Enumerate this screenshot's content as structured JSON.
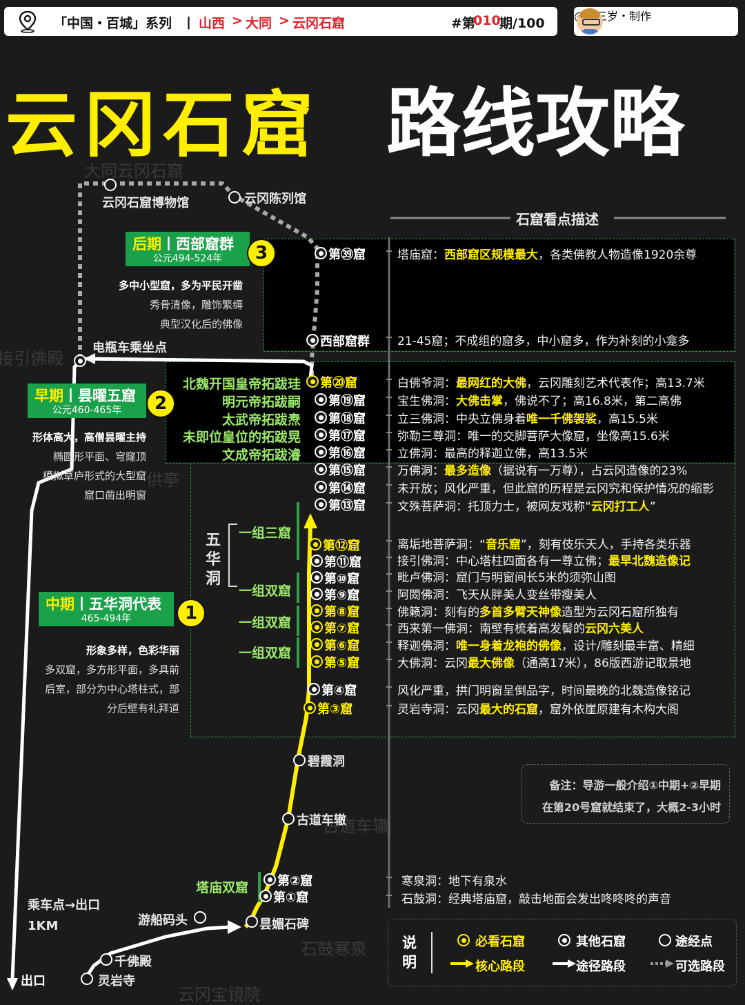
{
  "header": {
    "series": "「中国・百城」系列",
    "sep": "丨",
    "path_province": "山西",
    "path_city": "大同",
    "path_site": "云冈石窟",
    "arrow": ">",
    "issue_prefix": "#第",
    "issue_number": "010",
    "issue_suffix": "期/100",
    "author": "@冷三岁・制作"
  },
  "title": {
    "yellow": "云冈石窟",
    "white": "路线攻略"
  },
  "map_ghost_labels": [
    "大同云冈石窟",
    "接引佛殿",
    "供亭",
    "石鼓寒泉",
    "古道车辙",
    "云冈宝镜院"
  ],
  "stops": {
    "museum": "云冈石窟博物馆",
    "exhibit": "云冈陈列馆",
    "ebike": "电瓶车乘坐点",
    "bixia": "碧霞洞",
    "gudao": "古道车辙",
    "tanyao_stele": "昙媚石碑",
    "dock": "游船码头",
    "qianfo": "千佛殿",
    "lingyan": "灵岩寺",
    "exit": "出口",
    "ride_note": "乘车点→出口",
    "ride_dist": "1KM"
  },
  "section_title": "石窟看点描述",
  "periods": [
    {
      "label": "后期",
      "sep": "丨",
      "name": "西部窟群",
      "years": "公元494-524年",
      "num": "3",
      "notes": [
        "多中小型窟，多为平民开凿",
        "秀骨清像，雕饰繁缛",
        "典型汉化后的佛像"
      ]
    },
    {
      "label": "早期",
      "sep": "丨",
      "name": "昙曜五窟",
      "years": "公元460-465年",
      "num": "2",
      "notes": [
        "形体高大，高僧昙曜主持",
        "椭圆形平面、穹窿顶",
        "模拟草庐形式的大型窟",
        "窟口凿出明窗"
      ]
    },
    {
      "label": "中期",
      "sep": "丨",
      "name": "五华洞代表",
      "years": "465-494年",
      "num": "1",
      "notes": [
        "形象多样，色彩华丽",
        "多双窟，多方形平面，多具前",
        "后室，部分为中心塔柱式，部",
        "分后壁有礼拜道"
      ]
    }
  ],
  "emperors": [
    "北魏开国皇帝拓跋珪",
    "明元帝拓跋嗣",
    "太武帝拓跋焘",
    "未即位皇位的拓跋晃",
    "文成帝拓跋濬"
  ],
  "groups": {
    "wuhua": "五华洞",
    "g1": "一组三窟",
    "g2": "一组双窟",
    "g3": "一组双窟",
    "g4": "一组双窟",
    "tamiao": "塔庙双窟"
  },
  "caves": [
    {
      "name": "第㊴窟",
      "must": false,
      "desc": [
        [
          "塔庙窟：",
          0
        ],
        [
          "西部窟区规模最大",
          1
        ],
        [
          "，各类佛教人物造像1920余尊",
          0
        ]
      ]
    },
    {
      "name": "西部窟群",
      "must": false,
      "desc": [
        [
          "21-45窟；不成组的窟多，中小窟多，作为补刻的小龛多",
          0
        ]
      ]
    },
    {
      "name": "第⑳窟",
      "must": true,
      "desc": [
        [
          "白佛爷洞：",
          0
        ],
        [
          "最网红的大佛",
          1
        ],
        [
          "，云冈雕刻艺术代表作；高13.7米",
          0
        ]
      ]
    },
    {
      "name": "第⑲窟",
      "must": false,
      "desc": [
        [
          "宝生佛洞：",
          0
        ],
        [
          "大佛击掌",
          1
        ],
        [
          "，佛说不了；高16.8米，第二高佛",
          0
        ]
      ]
    },
    {
      "name": "第⑱窟",
      "must": false,
      "desc": [
        [
          "立三佛洞：中央立佛身着",
          0
        ],
        [
          "唯一千佛袈裟",
          1
        ],
        [
          "，高15.5米",
          0
        ]
      ]
    },
    {
      "name": "第⑰窟",
      "must": false,
      "desc": [
        [
          "弥勒三尊洞：唯一的交脚菩萨大像窟，坐像高15.6米",
          0
        ]
      ]
    },
    {
      "name": "第⑯窟",
      "must": false,
      "desc": [
        [
          "立佛洞：最高的释迦立佛，高13.5米",
          0
        ]
      ]
    },
    {
      "name": "第⑮窟",
      "must": false,
      "desc": [
        [
          "万佛洞：",
          0
        ],
        [
          "最多造像",
          1
        ],
        [
          "（据说有一万尊），占云冈造像的23%",
          0
        ]
      ]
    },
    {
      "name": "第⑭窟",
      "must": false,
      "desc": [
        [
          "未开放；风化严重，但此窟的历程是云冈究和保护情况的缩影",
          0
        ]
      ]
    },
    {
      "name": "第⑬窟",
      "must": false,
      "desc": [
        [
          "文殊菩萨洞：托顶力士，被网友戏称“",
          0
        ],
        [
          "云冈打工人",
          1
        ],
        [
          "”",
          0
        ]
      ]
    },
    {
      "name": "第⑫窟",
      "must": true,
      "desc": [
        [
          "离垢地菩萨洞：“",
          0
        ],
        [
          "音乐窟",
          1
        ],
        [
          "”，刻有伎乐天人，手持各类乐器",
          0
        ]
      ]
    },
    {
      "name": "第⑪窟",
      "must": false,
      "desc": [
        [
          "接引佛洞：中心塔柱四面各有一尊立佛；",
          0
        ],
        [
          "最早北魏造像记",
          1
        ]
      ]
    },
    {
      "name": "第⑩窟",
      "must": false,
      "desc": [
        [
          "毗卢佛洞：窟门与明窗间长5米的须弥山图",
          0
        ]
      ]
    },
    {
      "name": "第⑨窟",
      "must": false,
      "desc": [
        [
          "阿閦佛洞：飞天从胖美人变丝带瘦美人",
          0
        ]
      ]
    },
    {
      "name": "第⑧窟",
      "must": true,
      "desc": [
        [
          "佛籁洞：刻有的",
          0
        ],
        [
          "多首多臂天神像",
          1
        ],
        [
          "造型为云冈石窟所独有",
          0
        ]
      ]
    },
    {
      "name": "第⑦窟",
      "must": true,
      "desc": [
        [
          "西来第一佛洞：南壁有梳着高发髻的",
          0
        ],
        [
          "云冈六美人",
          1
        ]
      ]
    },
    {
      "name": "第⑥窟",
      "must": true,
      "desc": [
        [
          "释迦佛洞：",
          0
        ],
        [
          "唯一身着龙袍的佛像",
          1
        ],
        [
          "，设计/雕刻最丰富、精细",
          0
        ]
      ]
    },
    {
      "name": "第⑤窟",
      "must": true,
      "desc": [
        [
          "大佛洞：云冈",
          0
        ],
        [
          "最大佛像",
          1
        ],
        [
          "（通高17米），86版西游记取景地",
          0
        ]
      ]
    },
    {
      "name": "第④窟",
      "must": false,
      "desc": [
        [
          "风化严重，拱门明窗呈倒品字，时间最晚的北魏造像铭记",
          0
        ]
      ]
    },
    {
      "name": "第③窟",
      "must": true,
      "desc": [
        [
          "灵岩寺洞：云冈",
          0
        ],
        [
          "最大的石窟",
          1
        ],
        [
          "，窟外依崖原建有木构大阁",
          0
        ]
      ]
    },
    {
      "name": "第②窟",
      "must": false,
      "desc": [
        [
          "寒泉洞：地下有泉水",
          0
        ]
      ]
    },
    {
      "name": "第①窟",
      "must": false,
      "desc": [
        [
          "石鼓洞：经典塔庙窟，敲击地面会发出咚咚咚的声音",
          0
        ]
      ]
    }
  ],
  "note": {
    "line1": "备注：导游一般介绍①中期+②早期",
    "line2": "在第20号窟就结束了，大概2-3小时"
  },
  "legend": {
    "title": "说明",
    "must": "必看石窟",
    "other": "其他石窟",
    "pass": "途经点",
    "core": "核心路段",
    "route": "途径路段",
    "optional": "可选路段"
  },
  "colors": {
    "accent_yellow": "#ffee00",
    "brand_green": "#1aa14a",
    "group_green": "#9be86a",
    "header_red": "#e0202a",
    "background": "#1b1b1b"
  }
}
